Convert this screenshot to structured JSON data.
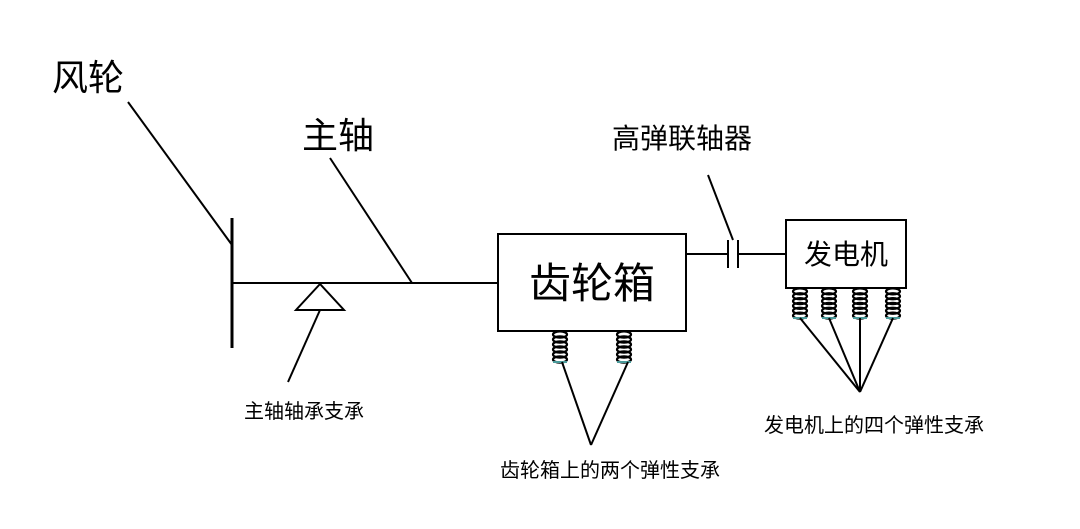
{
  "labels": {
    "rotor": "风轮",
    "main_shaft": "主轴",
    "coupling": "高弹联轴器",
    "gearbox": "齿轮箱",
    "generator": "发电机",
    "main_bearing_support": "主轴轴承支承",
    "gearbox_supports": "齿轮箱上的两个弹性支承",
    "generator_supports": "发电机上的四个弹性支承"
  },
  "colors": {
    "line": "#000000",
    "spring_accent": "#4a9a9a"
  }
}
